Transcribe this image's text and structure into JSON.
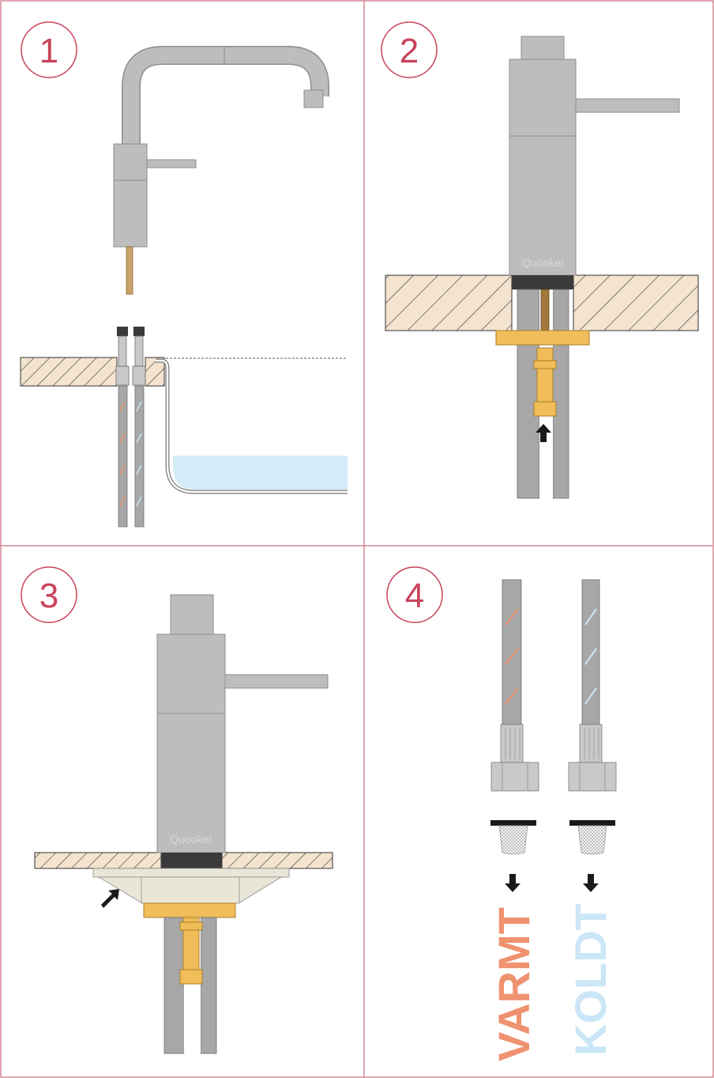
{
  "steps": [
    {
      "number": "1"
    },
    {
      "number": "2"
    },
    {
      "number": "3"
    },
    {
      "number": "4"
    }
  ],
  "brand_label": "Quooker",
  "connections": {
    "hot_label": "VARMT",
    "cold_label": "KOLDT"
  },
  "colors": {
    "frame": "#d78a97",
    "step_accent": "#c8435a",
    "chrome": "#bdbdbd",
    "chrome_stroke": "#8d8d8d",
    "brass": "#f0bd5a",
    "hose": "#a7a7a7",
    "hot": "#ef9270",
    "cold": "#cbe6f6",
    "water": "#d4ecf8",
    "countertop": "#f3e3cf",
    "gasket": "#3a3a3a",
    "bracket": "#e9e6d8"
  },
  "icons": [
    "arrow-up-icon",
    "arrow-down-icon",
    "arrow-diagonal-icon",
    "filter-icon"
  ]
}
